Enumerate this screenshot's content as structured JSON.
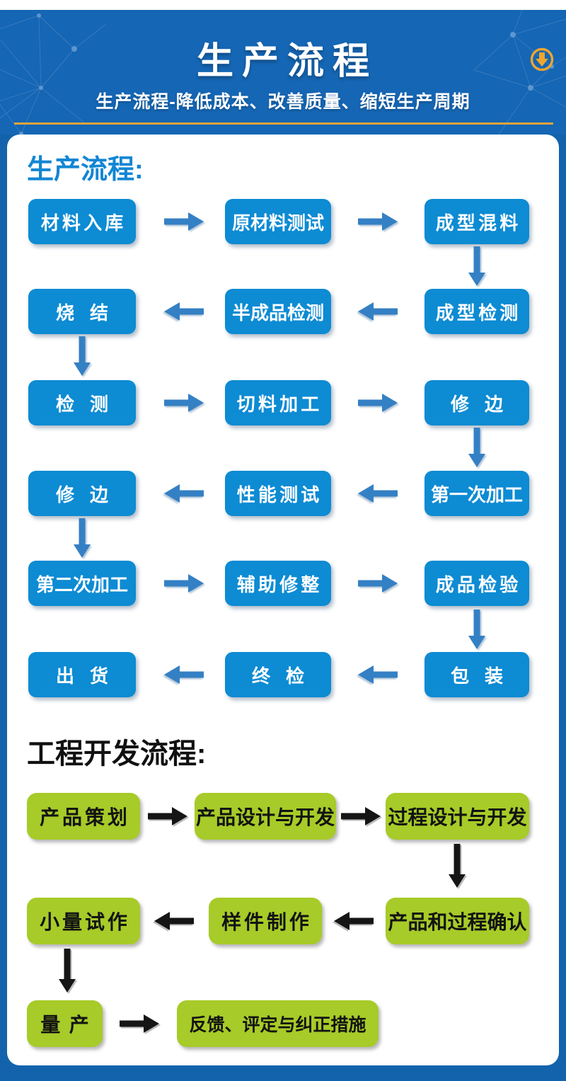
{
  "header": {
    "title": "生产流程",
    "subtitle": "生产流程-降低成本、改善质量、缩短生产周期",
    "download_icon": "download-circle-icon",
    "colors": {
      "bg": "#1566b4",
      "accent_line": "#e9a43b",
      "icon_gold": "#f0a52e"
    }
  },
  "page": {
    "background": "#1263ac",
    "card_background": "#ffffff"
  },
  "production_flow": {
    "heading": "生产流程:",
    "heading_color": "#1286d3",
    "box_color": "#0d8bd3",
    "arrow_color": "#3480c4",
    "rows": [
      {
        "direction": "right",
        "boxes": [
          "材料入库",
          "原材料测试",
          "成型混料"
        ]
      },
      {
        "direction": "left",
        "boxes": [
          "烧结",
          "半成品检测",
          "成型检测"
        ]
      },
      {
        "direction": "right",
        "boxes": [
          "检测",
          "切料加工",
          "修边"
        ]
      },
      {
        "direction": "left",
        "boxes": [
          "修边",
          "性能测试",
          "第一次加工"
        ]
      },
      {
        "direction": "right",
        "boxes": [
          "第二次加工",
          "辅助修整",
          "成品检验"
        ]
      },
      {
        "direction": "left",
        "boxes": [
          "出货",
          "终检",
          "包装"
        ]
      }
    ],
    "down_connectors": [
      {
        "after_row": 1,
        "column": 3
      },
      {
        "after_row": 2,
        "column": 1
      },
      {
        "after_row": 3,
        "column": 3
      },
      {
        "after_row": 4,
        "column": 1
      },
      {
        "after_row": 5,
        "column": 3
      }
    ]
  },
  "engineering_flow": {
    "heading": "工程开发流程:",
    "heading_color": "#111111",
    "box_color": "#a7cb28",
    "arrow_color": "#151515",
    "rows": [
      {
        "direction": "right",
        "boxes": [
          "产品策划",
          "产品设计与开发",
          "过程设计与开发"
        ]
      },
      {
        "direction": "left",
        "boxes": [
          "小量试作",
          "样件制作",
          "产品和过程确认"
        ]
      },
      {
        "direction": "right",
        "boxes": [
          "量产",
          "反馈、评定与纠正措施"
        ]
      }
    ],
    "down_connectors": [
      {
        "after_row": 1,
        "column": 3
      },
      {
        "after_row": 2,
        "column": 1
      }
    ]
  }
}
